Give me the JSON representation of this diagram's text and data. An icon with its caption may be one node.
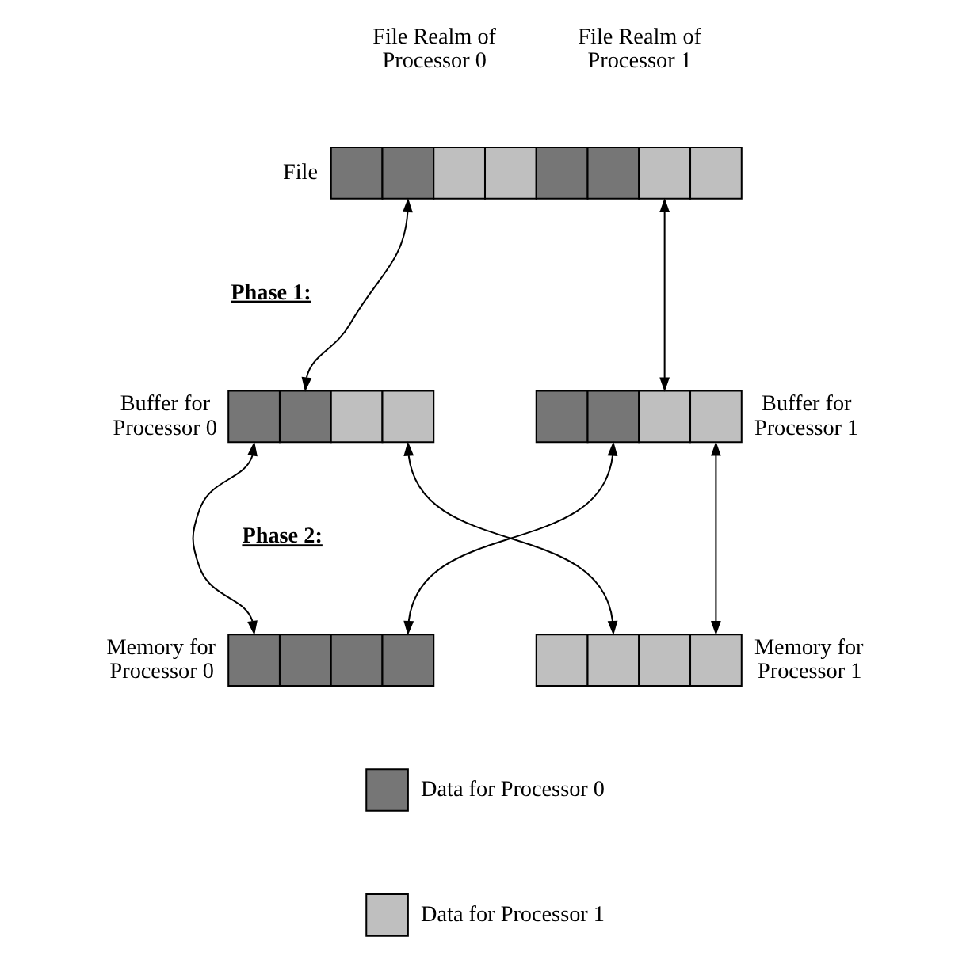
{
  "diagram": {
    "nodes": [
      {
        "text": [],
        "shape": "bar",
        "beside": [
          "File"
        ]
      },
      {
        "text": [],
        "shape": "bar",
        "beside": [
          "Buffer for Processor 0"
        ]
      },
      {
        "text": [],
        "shape": "bar",
        "beside": [
          "Buffer for Processor 1"
        ]
      },
      {
        "text": [],
        "shape": "bar",
        "beside": [
          "Memory for Processor 0"
        ]
      },
      {
        "text": [],
        "shape": "bar",
        "beside": [
          "Memory for Processor 1"
        ]
      }
    ],
    "edges": [
      {
        "from": 0,
        "to": 1,
        "arrow": "both"
      },
      {
        "from": 0,
        "to": 2,
        "arrow": "both"
      },
      {
        "from": 1,
        "to": 3,
        "arrow": "both"
      },
      {
        "from": 1,
        "to": 4,
        "arrow": "both"
      },
      {
        "from": 2,
        "to": 3,
        "arrow": "both"
      },
      {
        "from": 2,
        "to": 4,
        "arrow": "both"
      }
    ],
    "labels": [
      "File Realm of Processor 0",
      "File Realm of Processor 1",
      "Phase 1:",
      "Phase 2:"
    ],
    "legend": [
      {
        "text": "Data for Processor 0",
        "color": "#767676"
      },
      {
        "text": "Data for Processor 1",
        "color": "#bfbfbf"
      }
    ]
  }
}
